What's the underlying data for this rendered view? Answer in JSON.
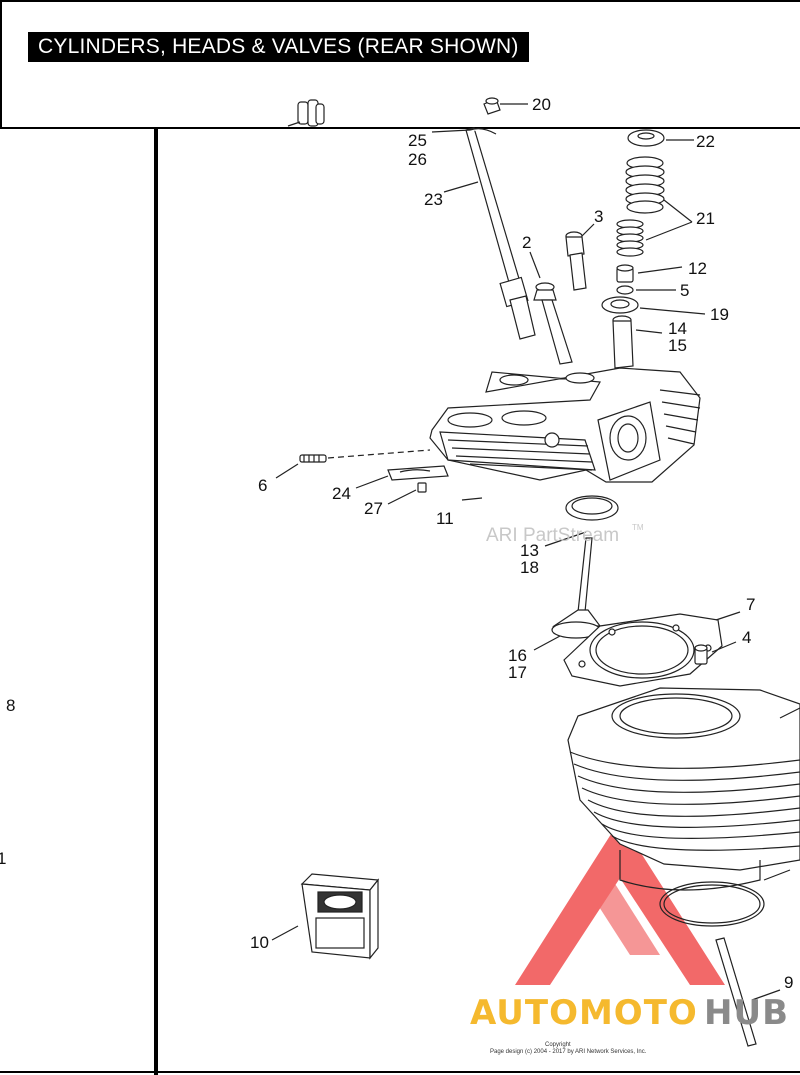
{
  "title": "CYLINDERS, HEADS & VALVES (REAR SHOWN)",
  "callouts": {
    "c2": "2",
    "c3": "3",
    "c4": "4",
    "c5": "5",
    "c6": "6",
    "c7": "7",
    "c8": "8",
    "c9": "9",
    "c10": "10",
    "c11": "11",
    "c12": "12",
    "c13": "13",
    "c14": "14",
    "c15": "15",
    "c16": "16",
    "c17": "17",
    "c18": "18",
    "c19": "19",
    "c20": "20",
    "c21": "21",
    "c22": "22",
    "c23": "23",
    "c24": "24",
    "c25": "25",
    "c26": "26",
    "c27": "27",
    "c1": "1"
  },
  "watermark": "ARI PartStream",
  "watermark_tm": "TM",
  "copyright_line1": "Copyright",
  "copyright_line2": "Page design (c) 2004 - 2017 by ARI Network Services, Inc.",
  "logo": {
    "part1": "AUTOMOTO",
    "part2": "HUB",
    "color1": "#f5b92e",
    "color2": "#8a8a8a",
    "triangle": "#ee3b3b"
  }
}
